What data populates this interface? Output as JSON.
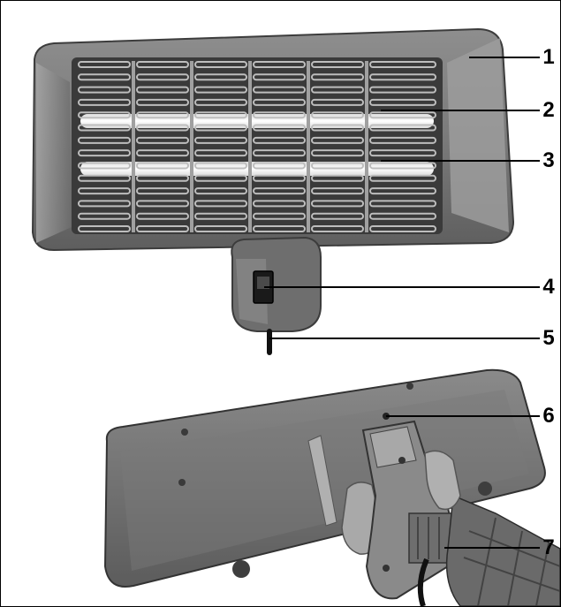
{
  "callouts": [
    {
      "id": 1,
      "label": "1"
    },
    {
      "id": 2,
      "label": "2"
    },
    {
      "id": 3,
      "label": "3"
    },
    {
      "id": 4,
      "label": "4"
    },
    {
      "id": 5,
      "label": "5"
    },
    {
      "id": 6,
      "label": "6"
    },
    {
      "id": 7,
      "label": "7"
    }
  ],
  "colors": {
    "housing": "#7c7c7c",
    "housing_light": "#9a9a9a",
    "housing_dark": "#4a4a4a",
    "grille": "#c8c8c8",
    "element_glow": "#ffffff",
    "background": "#ffffff",
    "leader_line": "#000000"
  }
}
